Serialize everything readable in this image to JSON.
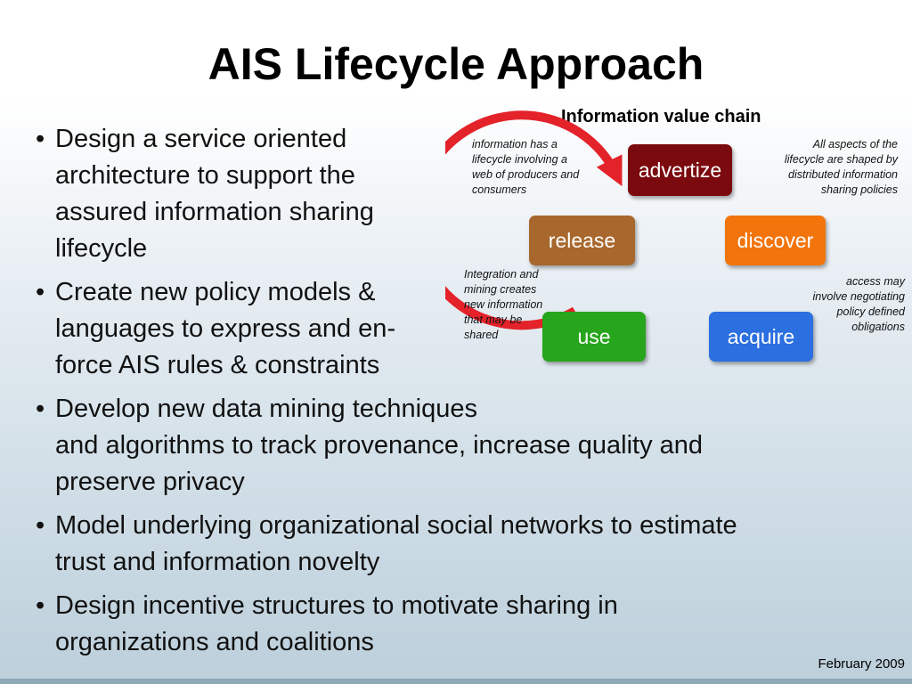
{
  "slide": {
    "title": "AIS Lifecycle Approach",
    "footer_date": "February 2009"
  },
  "bullets": [
    {
      "lines": [
        "Design a service oriented",
        "architecture to support the",
        "assured information sharing",
        "lifecycle"
      ]
    },
    {
      "lines": [
        "Create new policy models &",
        "languages to express and en-",
        "force AIS rules & constraints"
      ]
    },
    {
      "lines": [
        "Develop new data mining techniques",
        "and algorithms to track provenance, increase quality and",
        "preserve privacy"
      ]
    },
    {
      "lines": [
        "Model underlying organizational social networks to estimate",
        "trust and information novelty"
      ]
    },
    {
      "lines": [
        "Design incentive structures to motivate sharing in",
        "organizations and coalitions"
      ]
    }
  ],
  "diagram": {
    "title": "Information value chain",
    "ring_color": "#e4222a",
    "stages": {
      "advertize": {
        "label": "advertize",
        "color": "#7b0a0e"
      },
      "discover": {
        "label": "discover",
        "color": "#f2740b"
      },
      "acquire": {
        "label": "acquire",
        "color": "#2b6fe0"
      },
      "use": {
        "label": "use",
        "color": "#27a51c"
      },
      "release": {
        "label": "release",
        "color": "#a8672c"
      }
    },
    "notes": {
      "top_left": [
        "information has a",
        "lifecycle involving a",
        "web of producers and",
        "consumers"
      ],
      "top_right": [
        "All aspects of the",
        "lifecycle are shaped by",
        "distributed information",
        "sharing policies"
      ],
      "mid_left": [
        "Integration and",
        "mining creates",
        "new information",
        "that may be",
        "shared"
      ],
      "mid_right": [
        "access may",
        "involve negotiating",
        "policy defined",
        "obligations"
      ]
    }
  }
}
